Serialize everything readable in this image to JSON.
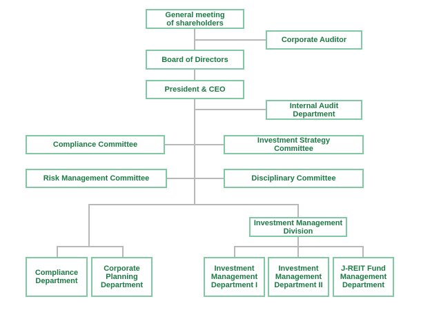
{
  "colors": {
    "node_border": "#7ec9a1",
    "node_text": "#1a7a43",
    "connector": "#b8b8b8"
  },
  "nodes": {
    "shareholders": "General meeting\nof shareholders",
    "corporate_auditor": "Corporate Auditor",
    "board": "Board of  Directors",
    "president": "President & CEO",
    "internal_audit": "Internal Audit\nDepartment",
    "compliance_committee": "Compliance Committee",
    "investment_strategy": "Investment Strategy\nCommittee",
    "risk_committee": "Risk Management Committee",
    "disciplinary": "Disciplinary Committee",
    "investment_division": "Investment Management\nDivision",
    "compliance_dept": "Compliance\nDepartment",
    "corporate_planning": "Corporate\nPlanning\nDepartment",
    "imd1": "Investment\nManagement\nDepartment I",
    "imd2": "Investment\nManagement\nDepartment II",
    "jreit": "J-REIT Fund\nManagement\nDepartment"
  }
}
